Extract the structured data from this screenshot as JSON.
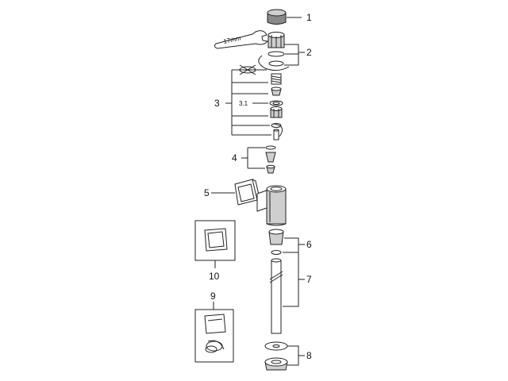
{
  "callouts": {
    "c1": "1",
    "c2": "2",
    "c3": "3",
    "c3_1": "3.1",
    "c4": "4",
    "c5": "5",
    "c6": "6",
    "c7": "7",
    "c8": "8",
    "c9": "9",
    "c10": "10"
  },
  "tool_label": "17mm"
}
